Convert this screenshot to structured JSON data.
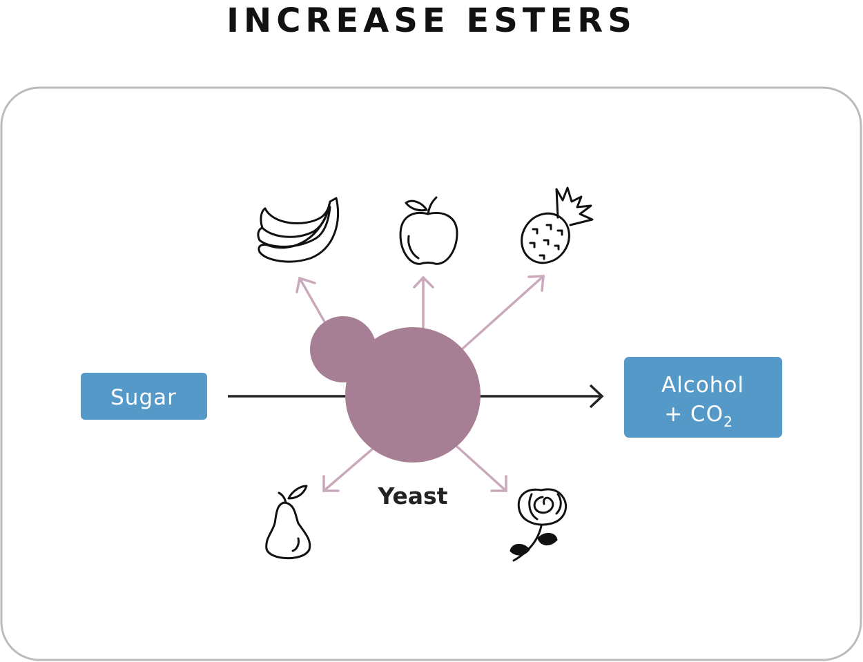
{
  "title": "INCREASE ESTERS",
  "input": {
    "label": "Sugar"
  },
  "output": {
    "line1": "Alcohol",
    "line2": "+ CO",
    "subscript": "2"
  },
  "organism": {
    "label": "Yeast"
  },
  "ester_icons": [
    "banana-icon",
    "apple-icon",
    "pineapple-icon",
    "pear-icon",
    "rose-icon"
  ],
  "colors": {
    "box": "#5599c9",
    "yeast": "#a67f95",
    "ester_arrow": "#c9a9bb",
    "flow_arrow": "#222222",
    "frame": "#bbbbbb"
  }
}
